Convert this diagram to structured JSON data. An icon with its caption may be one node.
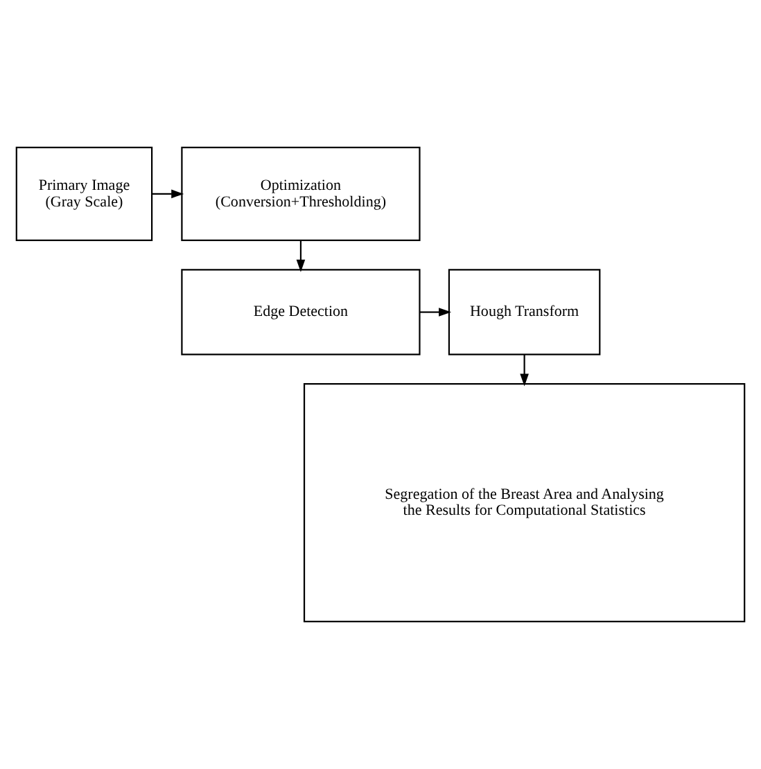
{
  "diagram": {
    "nodes": [
      {
        "text": [
          "Primary Image (Gray Scale)"
        ]
      },
      {
        "text": [
          "Optimization (Conversion+Thresholding)"
        ]
      },
      {
        "text": [
          "Edge Detection"
        ]
      },
      {
        "text": [
          "Hough Transform"
        ]
      },
      {
        "text": [
          "Segregation of the Breast Area and Analysing the Results for Computational Statistics"
        ]
      }
    ],
    "edges": [
      {
        "from": 0,
        "to": 1,
        "arrow": "to"
      },
      {
        "from": 1,
        "to": 2,
        "arrow": "to"
      },
      {
        "from": 2,
        "to": 3,
        "arrow": "to"
      },
      {
        "from": 3,
        "to": 4,
        "arrow": "to"
      }
    ]
  }
}
